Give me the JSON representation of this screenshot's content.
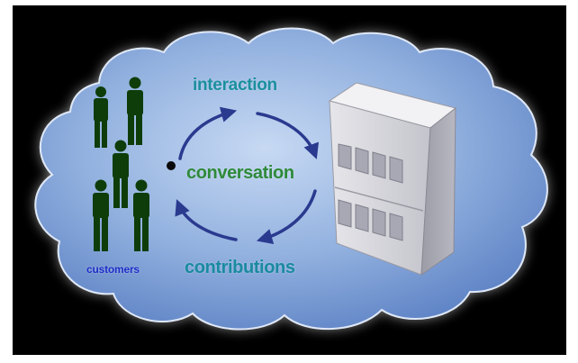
{
  "diagram": {
    "labels": {
      "interaction": "interaction",
      "conversation": "conversation",
      "contributions": "contributions",
      "customers": "customers"
    },
    "icons": {
      "people": "customers-group-icon",
      "building": "office-building-icon",
      "cycle": "circular-arrows-icon"
    },
    "colors": {
      "background": "#000000",
      "cloud": "#8fb0de",
      "people": "#0f3d0a",
      "arrows": "#2a3a8f",
      "interaction_text": "#1b8f9e",
      "conversation_text": "#2e8a3a",
      "contributions_text": "#1a8aa0",
      "customers_text": "#1f2ec8"
    }
  }
}
